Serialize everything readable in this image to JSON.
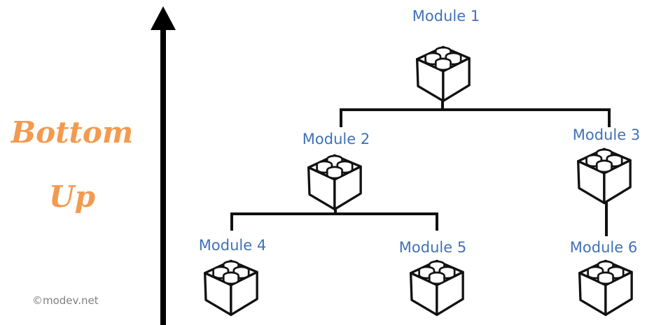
{
  "title": {
    "line1": "Bottom",
    "line2": "Up"
  },
  "copyright": "©modev.net",
  "colors": {
    "title": "#f39a4e",
    "module_label": "#3f72b6",
    "lines": "#111111"
  },
  "modules": [
    {
      "id": "m1",
      "label": "Module 1"
    },
    {
      "id": "m2",
      "label": "Module 2"
    },
    {
      "id": "m3",
      "label": "Module 3"
    },
    {
      "id": "m4",
      "label": "Module 4"
    },
    {
      "id": "m5",
      "label": "Module 5"
    },
    {
      "id": "m6",
      "label": "Module 6"
    }
  ],
  "edges": [
    [
      "m1",
      "m2"
    ],
    [
      "m1",
      "m3"
    ],
    [
      "m2",
      "m4"
    ],
    [
      "m2",
      "m5"
    ],
    [
      "m3",
      "m6"
    ]
  ],
  "arrow": {
    "direction": "up",
    "icon": "up-arrow-icon"
  }
}
